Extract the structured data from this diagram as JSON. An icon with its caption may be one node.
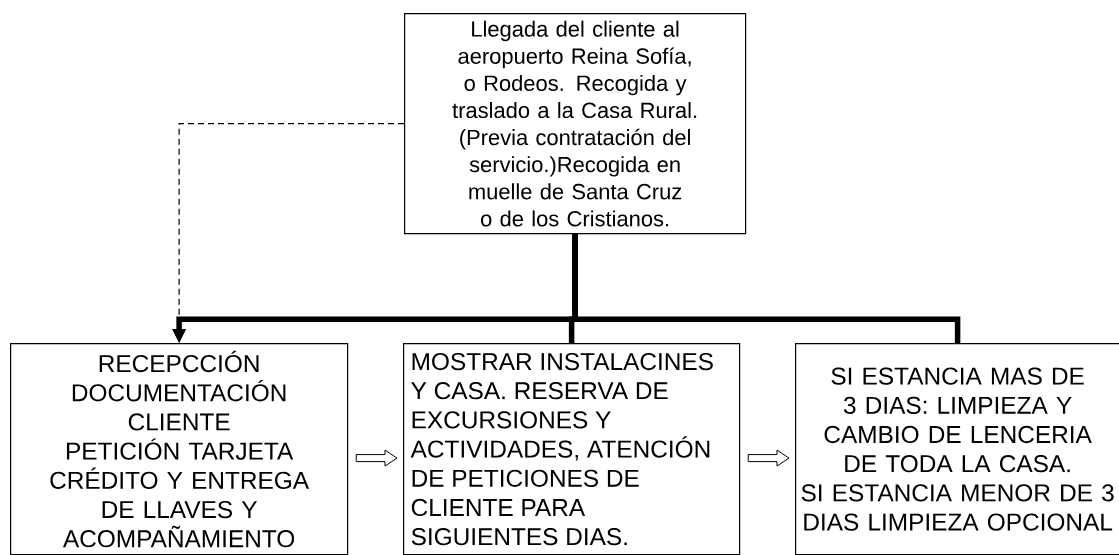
{
  "diagram": {
    "nodes": [
      {
        "text": [
          "Llegada del cliente al aeropuerto Reina Sofía, o Rodeos. Recogida y traslado a la Casa Rural. (Previa contratación del servicio.)Recogida en muelle de Santa Cruz o de los Cristianos."
        ]
      },
      {
        "text": [
          "RECEPCCIÓN DOCUMENTACIÓN CLIENTE",
          "PETICIÓN TARJETA CRÉDITO Y ENTREGA DE LLAVES Y ACOMPAÑAMIENTO"
        ]
      },
      {
        "text": [
          "MOSTRAR INSTALACINES Y CASA. RESERVA DE EXCURSIONES Y ACTIVIDADES, ATENCIÓN DE PETICIONES DE CLIENTE PARA SIGUIENTES DIAS."
        ]
      },
      {
        "text": [
          "SI ESTANCIA MAS DE 3 DIAS: LIMPIEZA Y CAMBIO DE LENCERIA DE TODA LA CASA.",
          "SI ESTANCIA MENOR DE 3 DIAS LIMPIEZA OPCIONAL"
        ]
      }
    ],
    "edges": [
      {
        "from": 0,
        "to": 1,
        "arrow": "to"
      },
      {
        "from": 0,
        "to": 2,
        "arrow": "none"
      },
      {
        "from": 0,
        "to": 3,
        "arrow": "none"
      },
      {
        "from": 0,
        "to": 1,
        "arrow": "to",
        "style": "dashed"
      },
      {
        "from": 1,
        "to": 2,
        "arrow": "to"
      },
      {
        "from": 2,
        "to": 3,
        "arrow": "to"
      }
    ]
  }
}
